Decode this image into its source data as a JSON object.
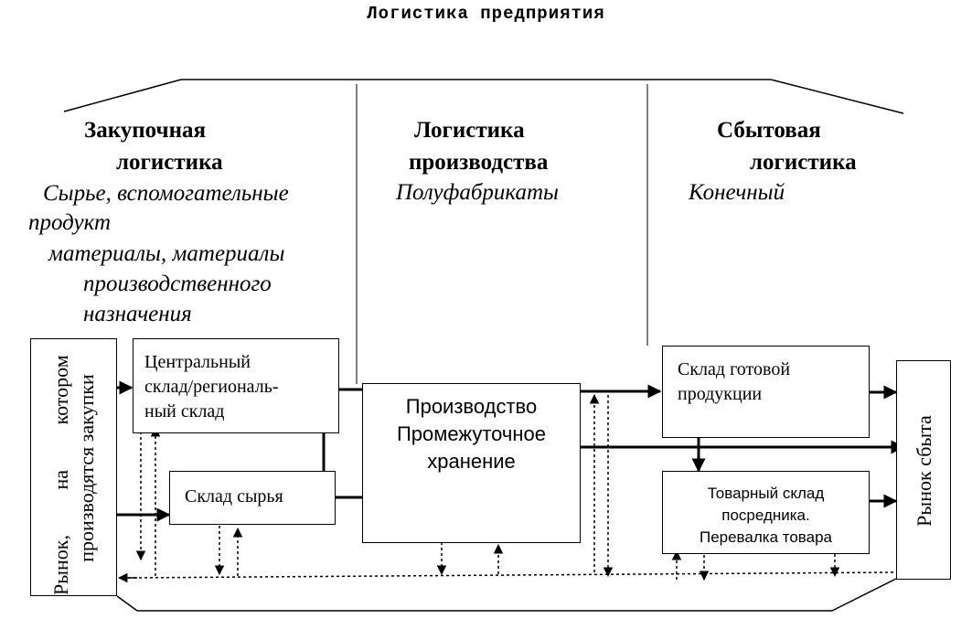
{
  "title": "Логистика предприятия",
  "sections": {
    "procurement": {
      "heading_line1": "Закупочная",
      "heading_line2": "логистика",
      "desc_line1": "Сырье, вспомогательные",
      "desc_line2": "продукт",
      "desc_line3": "материалы, материалы",
      "desc_line4": "производственного",
      "desc_line5": "назначения"
    },
    "production": {
      "heading_line1": "Логистика",
      "heading_line2": "производства",
      "desc_line1": "Полуфабрикаты"
    },
    "sales": {
      "heading_line1": "Сбытовая",
      "heading_line2": "логистика",
      "desc_line1": "Конечный"
    }
  },
  "boxes": {
    "supply_market": {
      "line1": "Рынок,         на         котором",
      "line2": "производятся закупки"
    },
    "central_warehouse": {
      "line1": "Центральный",
      "line2": "склад/региональ-",
      "line3": "ный склад"
    },
    "raw_warehouse": {
      "line1": "Склад сырья"
    },
    "production": {
      "line1": "Производство",
      "line2": "Промежуточное",
      "line3": "хранение"
    },
    "finished_warehouse": {
      "line1": "Склад готовой",
      "line2": "продукции"
    },
    "intermediary_warehouse": {
      "line1": "Товарный склад",
      "line2": "посредника.",
      "line3": "Перевалка товара"
    },
    "sales_market": {
      "line1": "Рынок сбыта"
    }
  }
}
